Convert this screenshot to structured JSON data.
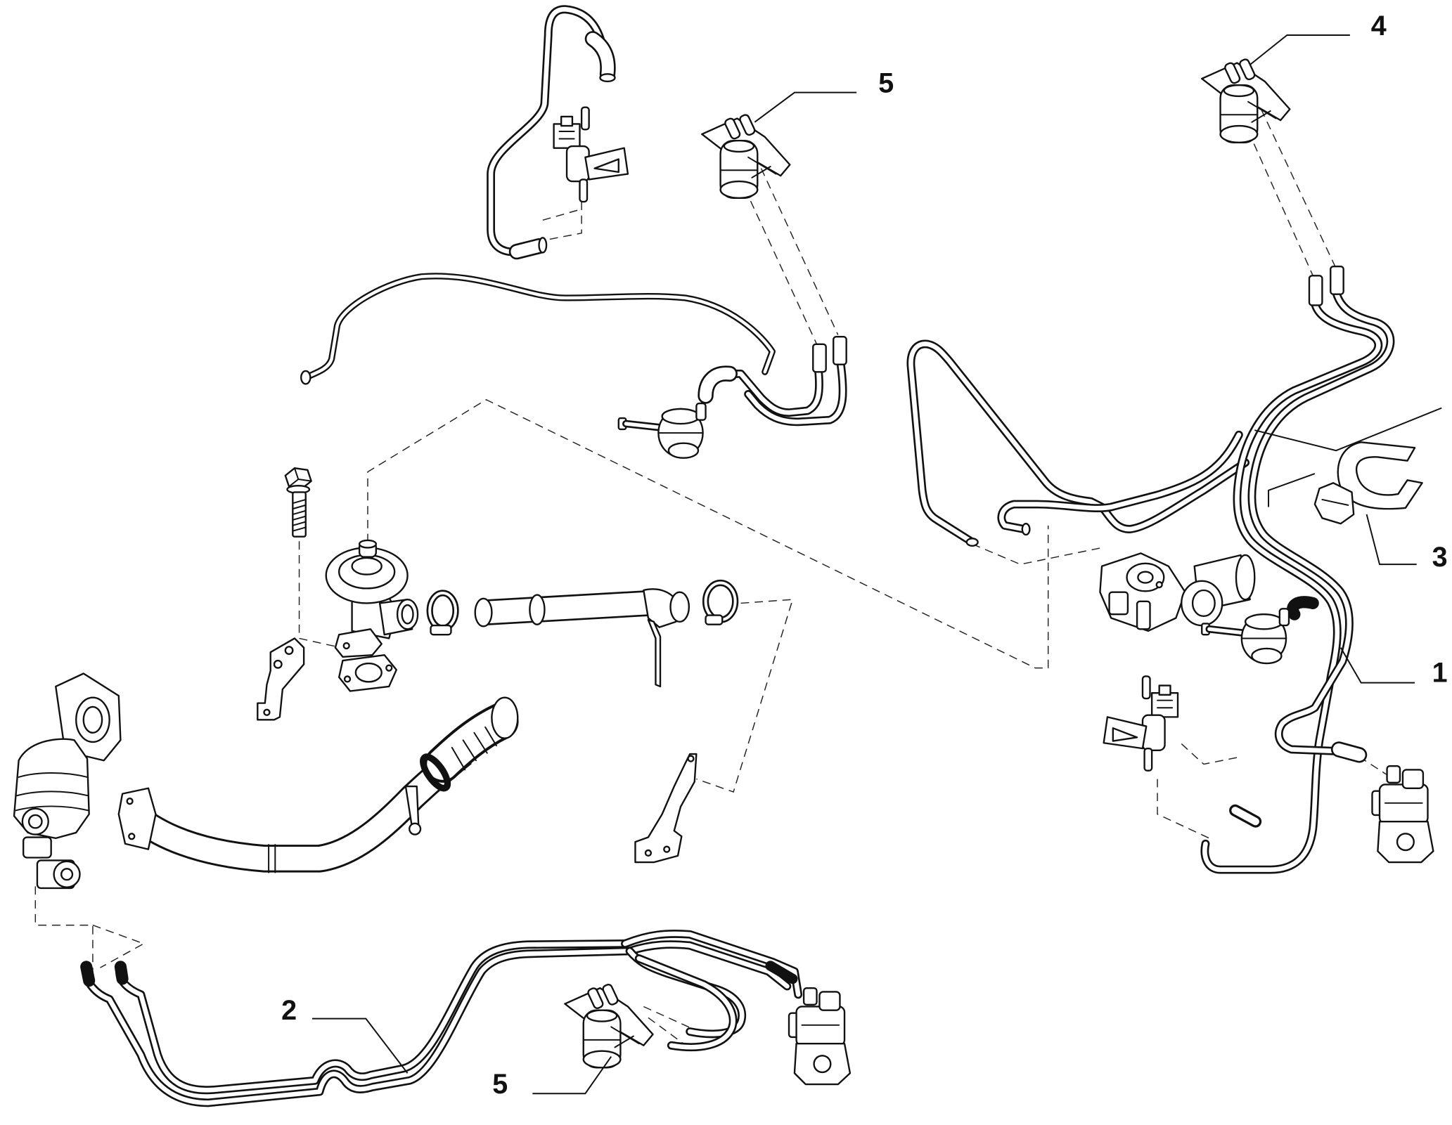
{
  "colors": {
    "line": "#111111",
    "background": "#ffffff"
  },
  "callouts": [
    {
      "label": "5"
    },
    {
      "label": "4"
    },
    {
      "label": "3"
    },
    {
      "label": "1"
    },
    {
      "label": "2"
    },
    {
      "label": "5"
    }
  ]
}
